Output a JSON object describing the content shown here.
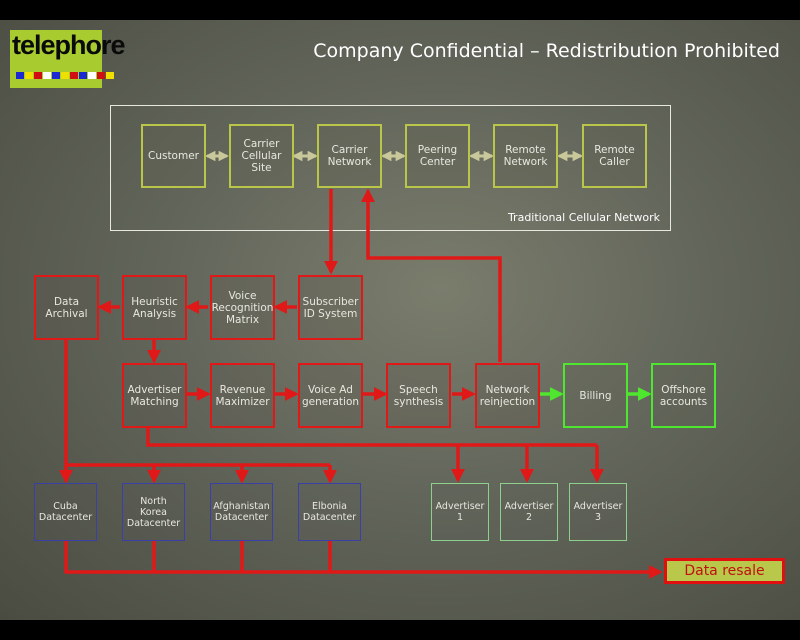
{
  "header": {
    "title": "Company Confidential – Redistribution Prohibited"
  },
  "logo": {
    "text": "telephore",
    "flag_colors": [
      "#1a2ad0",
      "#f0e000",
      "#d01010",
      "#ffffff",
      "#1a2ad0",
      "#f0e000",
      "#d01010",
      "#1a2ad0",
      "#ffffff",
      "#d01010",
      "#f0e000"
    ]
  },
  "traditional": {
    "label": "Traditional Cellular Network",
    "nodes": [
      "Customer",
      "Carrier\nCellular\nSite",
      "Carrier\nNetwork",
      "Peering\nCenter",
      "Remote\nNetwork",
      "Remote\nCaller"
    ]
  },
  "processing_top": [
    "Data\nArchival",
    "Heuristic\nAnalysis",
    "Voice\nRecognition\nMatrix",
    "Subscriber\nID System"
  ],
  "processing_bottom": [
    "Advertiser\nMatching",
    "Revenue\nMaximizer",
    "Voice Ad\ngeneration",
    "Speech\nsynthesis",
    "Network\nreinjection"
  ],
  "outputs": [
    "Billing",
    "Offshore\naccounts"
  ],
  "datacenters": [
    "Cuba\nDatacenter",
    "North\nKorea\nDatacenter",
    "Afghanistan\nDatacenter",
    "Elbonia\nDatacenter"
  ],
  "advertisers": [
    "Advertiser\n1",
    "Advertiser\n2",
    "Advertiser\n3"
  ],
  "resale": {
    "label": "Data resale"
  },
  "colors": {
    "red": "#e01818",
    "yellow": "#b9c64a",
    "green": "#4ee62e",
    "blue": "#3b3fa8",
    "light_green": "#8ecf8e"
  }
}
